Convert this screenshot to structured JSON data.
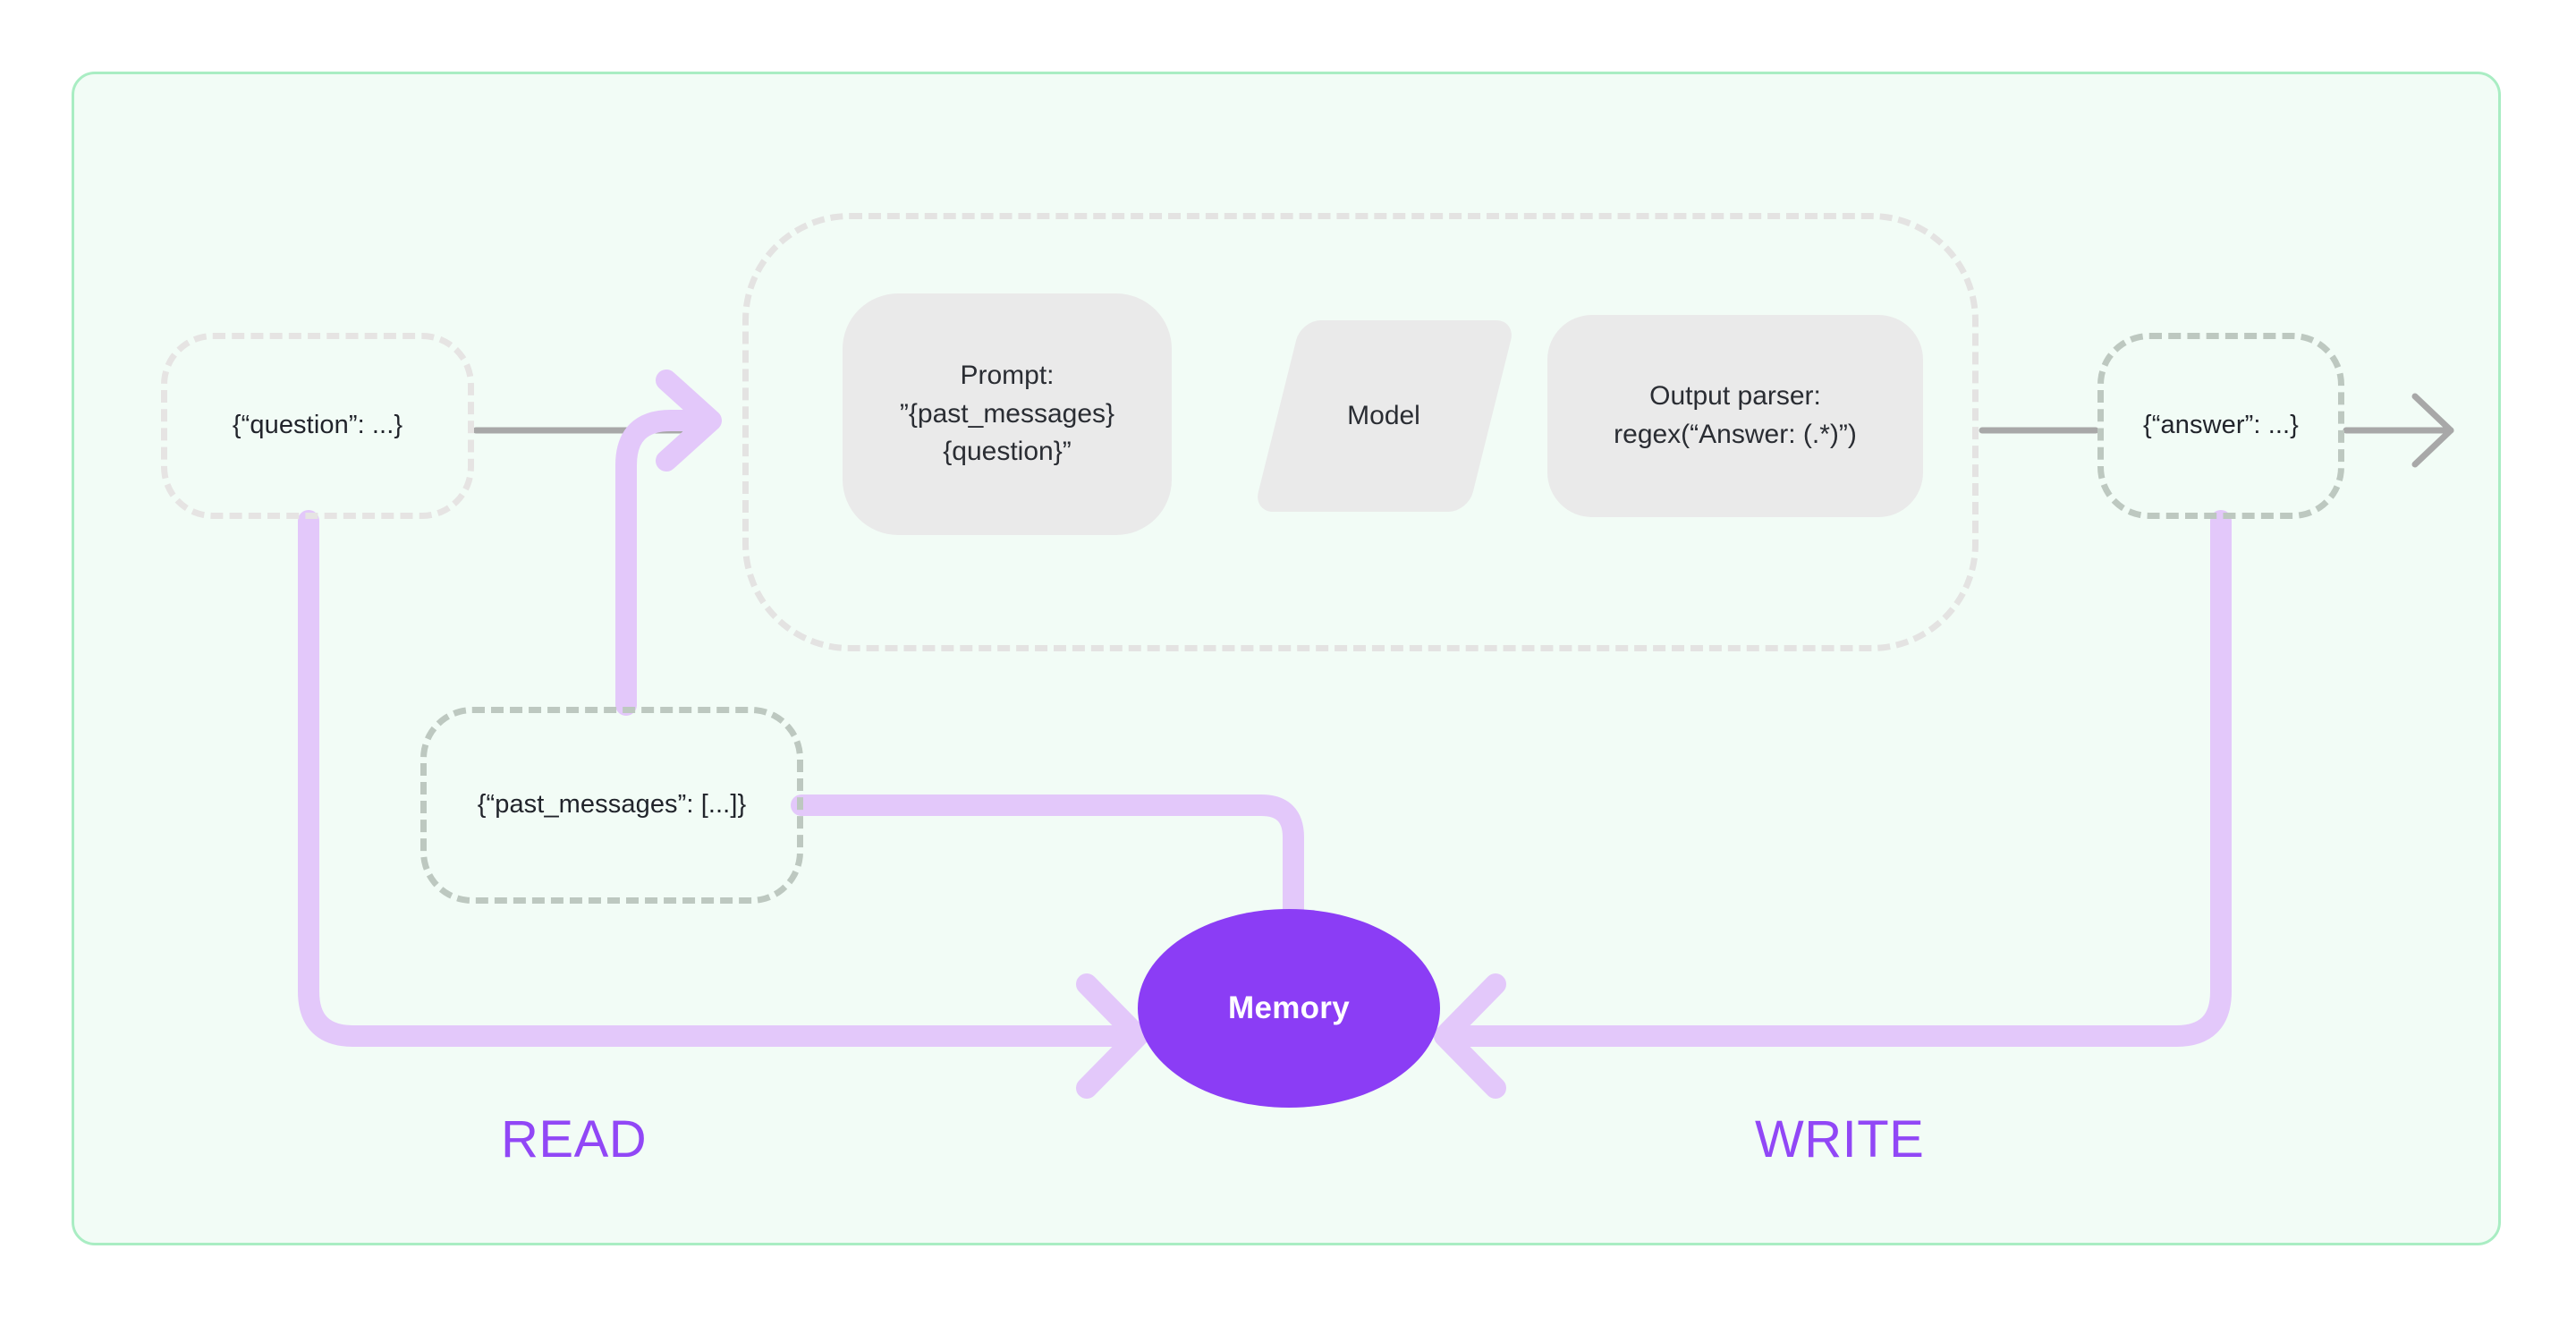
{
  "diagram": {
    "title_visible": false,
    "colors": {
      "panel_background": "#F2FCF6",
      "panel_border": "#A9EDC3",
      "memory_fill": "#8B3DF5",
      "memory_text": "#FFFFFF",
      "purple_wire": "#E3C8FA",
      "gray_wire": "#A8A8A8",
      "node_border_warm_gray": "#E6E4E3",
      "node_border_green_gray": "#BDC8C0",
      "block_fill": "#EAEAEA",
      "label_purple": "#9147F6"
    }
  },
  "nodes": {
    "question": {
      "label": "{“question”: ...}"
    },
    "past_messages": {
      "label": "{“past_messages”: [...]}"
    },
    "answer": {
      "label": "{“answer”: ...}"
    },
    "memory": {
      "label": "Memory"
    }
  },
  "chain": {
    "prompt": {
      "line1": "Prompt:",
      "line2": "”{past_messages}",
      "line3": "{question}”"
    },
    "model": {
      "label": "Model"
    },
    "output_parser": {
      "line1": "Output parser:",
      "line2": "regex(“Answer: (.*)”)"
    }
  },
  "labels": {
    "read": "READ",
    "write": "WRITE"
  },
  "edges": [
    {
      "id": "question-to-chain",
      "from": "question",
      "to": "chain",
      "style": "solid-gray",
      "arrow": false
    },
    {
      "id": "past-messages-to-chain",
      "from": "past_messages",
      "to": "chain",
      "style": "thick-purple",
      "arrow": true
    },
    {
      "id": "question-to-memory-read",
      "from": "question",
      "to": "memory",
      "style": "thick-purple",
      "arrow": true
    },
    {
      "id": "past-messages-from-memory",
      "from": "memory",
      "to": "past_messages",
      "style": "thick-purple",
      "arrow": false
    },
    {
      "id": "chain-to-answer",
      "from": "chain",
      "to": "answer",
      "style": "solid-gray",
      "arrow": false
    },
    {
      "id": "answer-to-memory-write",
      "from": "answer",
      "to": "memory",
      "style": "thick-purple",
      "arrow": true
    },
    {
      "id": "answer-to-exit",
      "from": "answer",
      "to": "exit",
      "style": "solid-gray",
      "arrow": true
    }
  ]
}
